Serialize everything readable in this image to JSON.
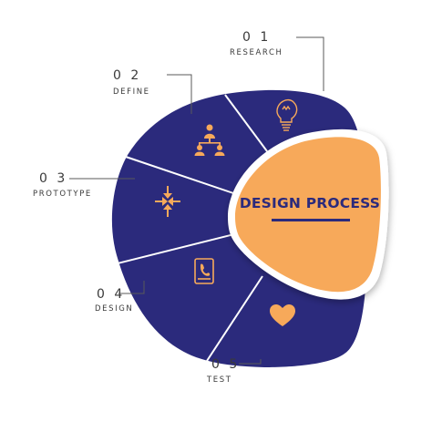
{
  "colors": {
    "navy": "#2b2a7c",
    "orange": "#f7a95a",
    "white": "#ffffff",
    "connector": "#5a5a5a",
    "text": "#3a3a3a"
  },
  "center": {
    "title": "DESIGN PROCESS"
  },
  "steps": [
    {
      "number": "0 1",
      "label": "RESEARCH",
      "icon": "lightbulb-icon"
    },
    {
      "number": "0 2",
      "label": "DEFINE",
      "icon": "team-hierarchy-icon"
    },
    {
      "number": "0 3",
      "label": "PROTOTYPE",
      "icon": "arrows-converge-icon"
    },
    {
      "number": "0 4",
      "label": "DESIGN",
      "icon": "tablet-icon"
    },
    {
      "number": "0 5",
      "label": "TEST",
      "icon": "heart-icon"
    }
  ]
}
